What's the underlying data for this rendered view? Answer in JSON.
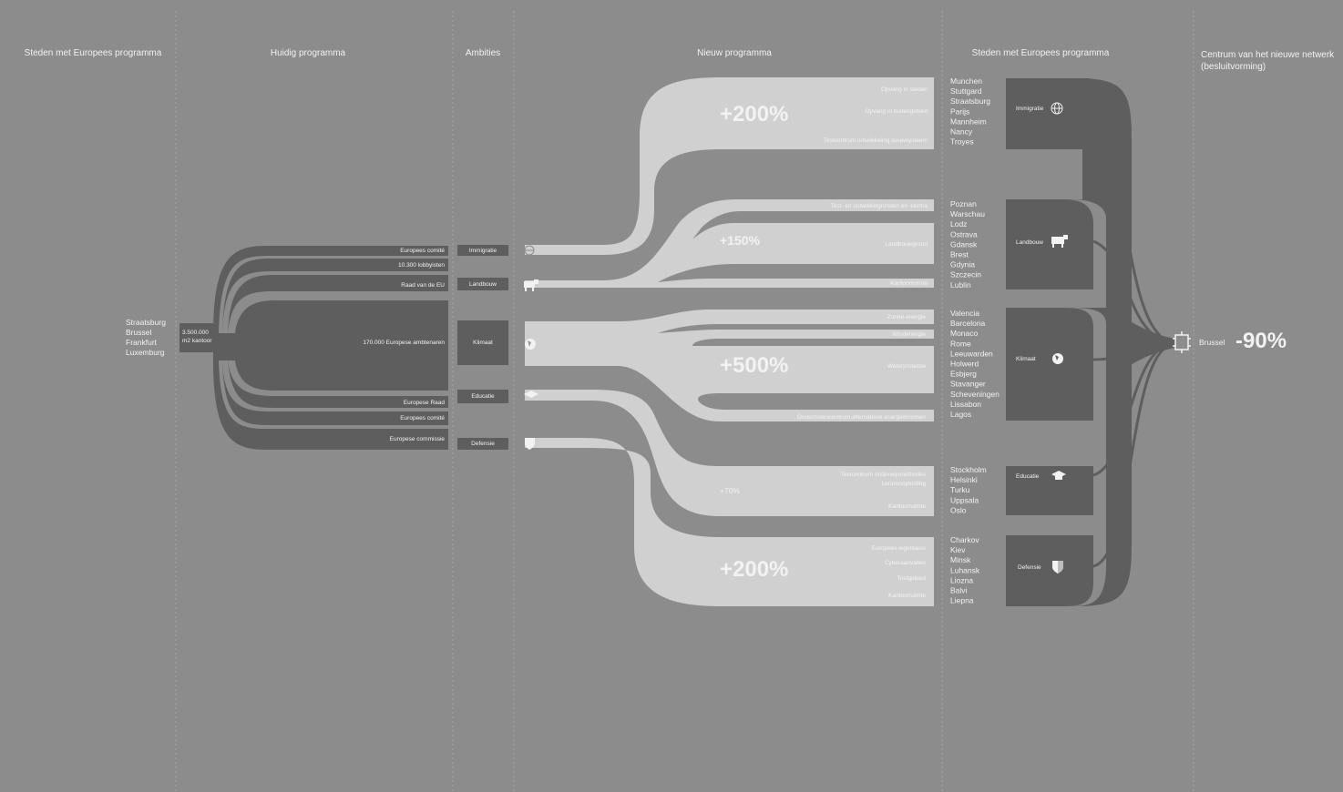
{
  "headers": {
    "col1": "Steden met Europees programma",
    "col2": "Huidig programma",
    "col3": "Ambities",
    "col4": "Nieuw programma",
    "col5": "Steden met Europees programma",
    "col6_line1": "Centrum van het nieuwe netwerk",
    "col6_line2": "(besluitvorming)"
  },
  "current_cities": [
    "Straatsburg",
    "Brussel",
    "Frankfurt",
    "Luxemburg"
  ],
  "office_box": {
    "line1": "3.500.000",
    "line2": "m2 kantoor"
  },
  "current_program": [
    "Europees comité",
    "10.300 lobbyisten",
    "Raad van de EU",
    "170.000 Europese ambtenaren",
    "Europese Raad",
    "Europees comité",
    "Europese commissie"
  ],
  "ambitions": [
    "Immigratie",
    "Landbouw",
    "Klimaat",
    "Educatie",
    "Defensie"
  ],
  "new_program": {
    "immigratie": {
      "pct": "+200%",
      "items": [
        "Opvang in steden",
        "Opvang in buitengebied",
        "Testcentrum ontwikkeling bouwsysteem"
      ]
    },
    "landbouw": {
      "pct": "+150%",
      "items": [
        "Test- en ontwikkelgronden en -centra",
        "Landbouwgrond",
        "Kantoorruimte"
      ]
    },
    "klimaat": {
      "pct": "+500%",
      "items": [
        "Zonne-energie",
        "Windenergie",
        "Waterprotectie",
        "Onderzoekscentrum alternatieve energiebronnen"
      ]
    },
    "educatie": {
      "pct": "+70%",
      "items": [
        "Testcentrum onderwijsmethodes",
        "Lerarenopleiding",
        "Kantoorruimte"
      ]
    },
    "defensie": {
      "pct": "+200%",
      "items": [
        "Europees legerbasis",
        "Cyberaanvallen",
        "Testgebied",
        "Kantoorruimte"
      ]
    }
  },
  "network_cities": {
    "immigratie": [
      "Munchen",
      "Stuttgard",
      "Straatsburg",
      "Parijs",
      "Mannheim",
      "Nancy",
      "Troyes"
    ],
    "landbouw": [
      "Poznan",
      "Warschau",
      "Lodz",
      "Ostrava",
      "Gdansk",
      "Brest",
      "Gdynia",
      "Szczecin",
      "Lublin"
    ],
    "klimaat": [
      "Valencia",
      "Barcelona",
      "Monaco",
      "Rome",
      "Leeuwarden",
      "Holwerd",
      "Esbjerg",
      "Stavanger",
      "Scheveningen",
      "Lissabon",
      "Lagos"
    ],
    "educatie": [
      "Stockholm",
      "Helsinki",
      "Turku",
      "Uppsala",
      "Oslo"
    ],
    "defensie": [
      "Charkov",
      "Kiev",
      "Minsk",
      "Luhansk",
      "Liozna",
      "Balvi",
      "Liepna"
    ]
  },
  "network_labels": [
    "Immigratie",
    "Landbouw",
    "Klimaat",
    "Educatie",
    "Defensie"
  ],
  "center": {
    "city": "Brussel",
    "pct": "-90%"
  },
  "colors": {
    "background": "#8c8c8c",
    "dark_flow": "#5e5e5e",
    "light_flow": "#d0d0d0",
    "text": "#f2f2f2"
  },
  "icons": [
    "globe-icon",
    "cow-icon",
    "earth-icon",
    "graduation-cap-icon",
    "shield-icon",
    "building-icon"
  ]
}
